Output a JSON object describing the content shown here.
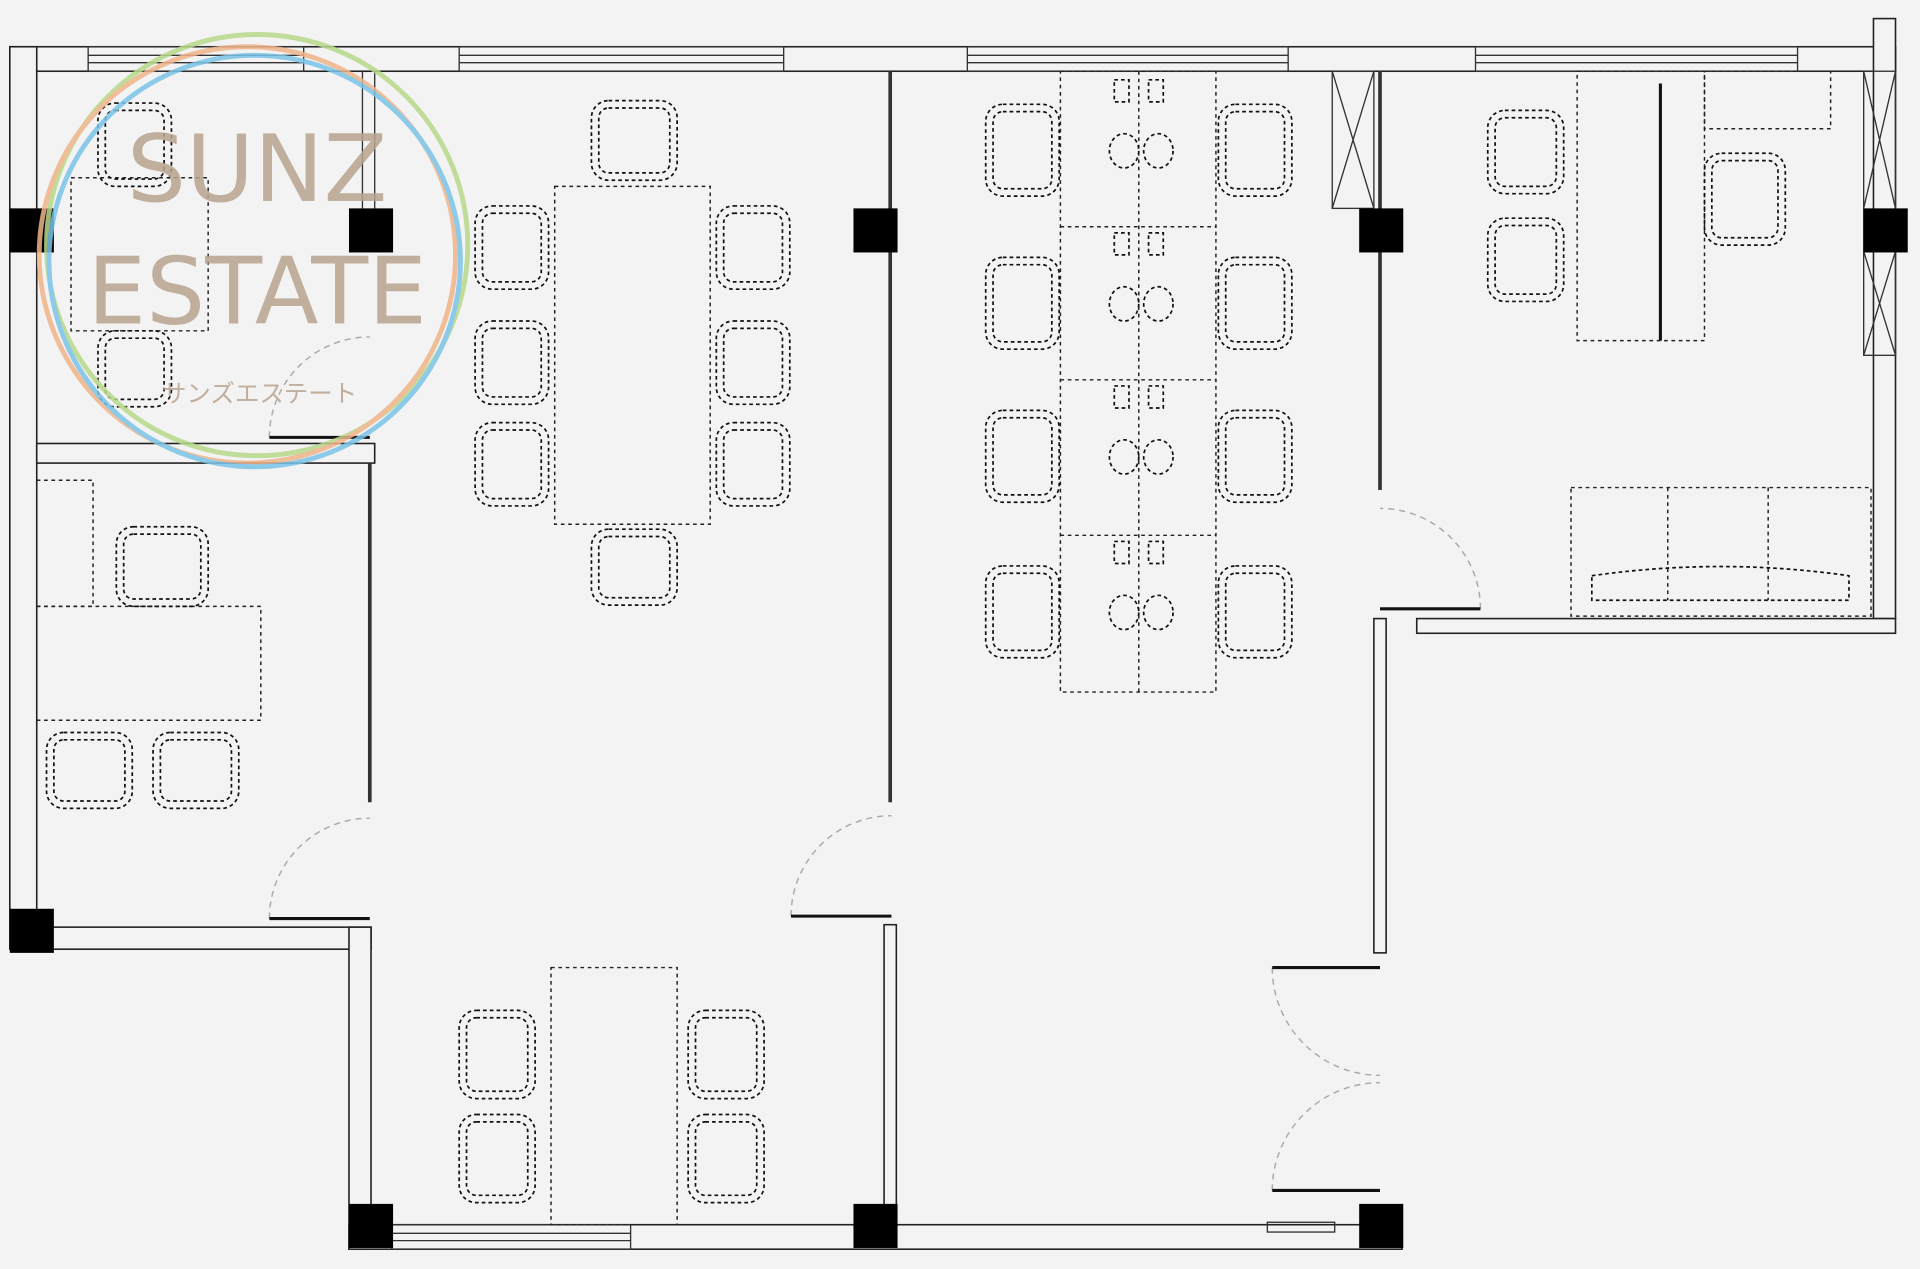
{
  "logo": {
    "line1": "SUNZ",
    "line2": "ESTATE",
    "subtitle": "サンズエステート",
    "ring_colors": [
      "#b7d98a",
      "#f0b48a",
      "#79c3e8"
    ],
    "text_color": "#b9a48f"
  }
}
